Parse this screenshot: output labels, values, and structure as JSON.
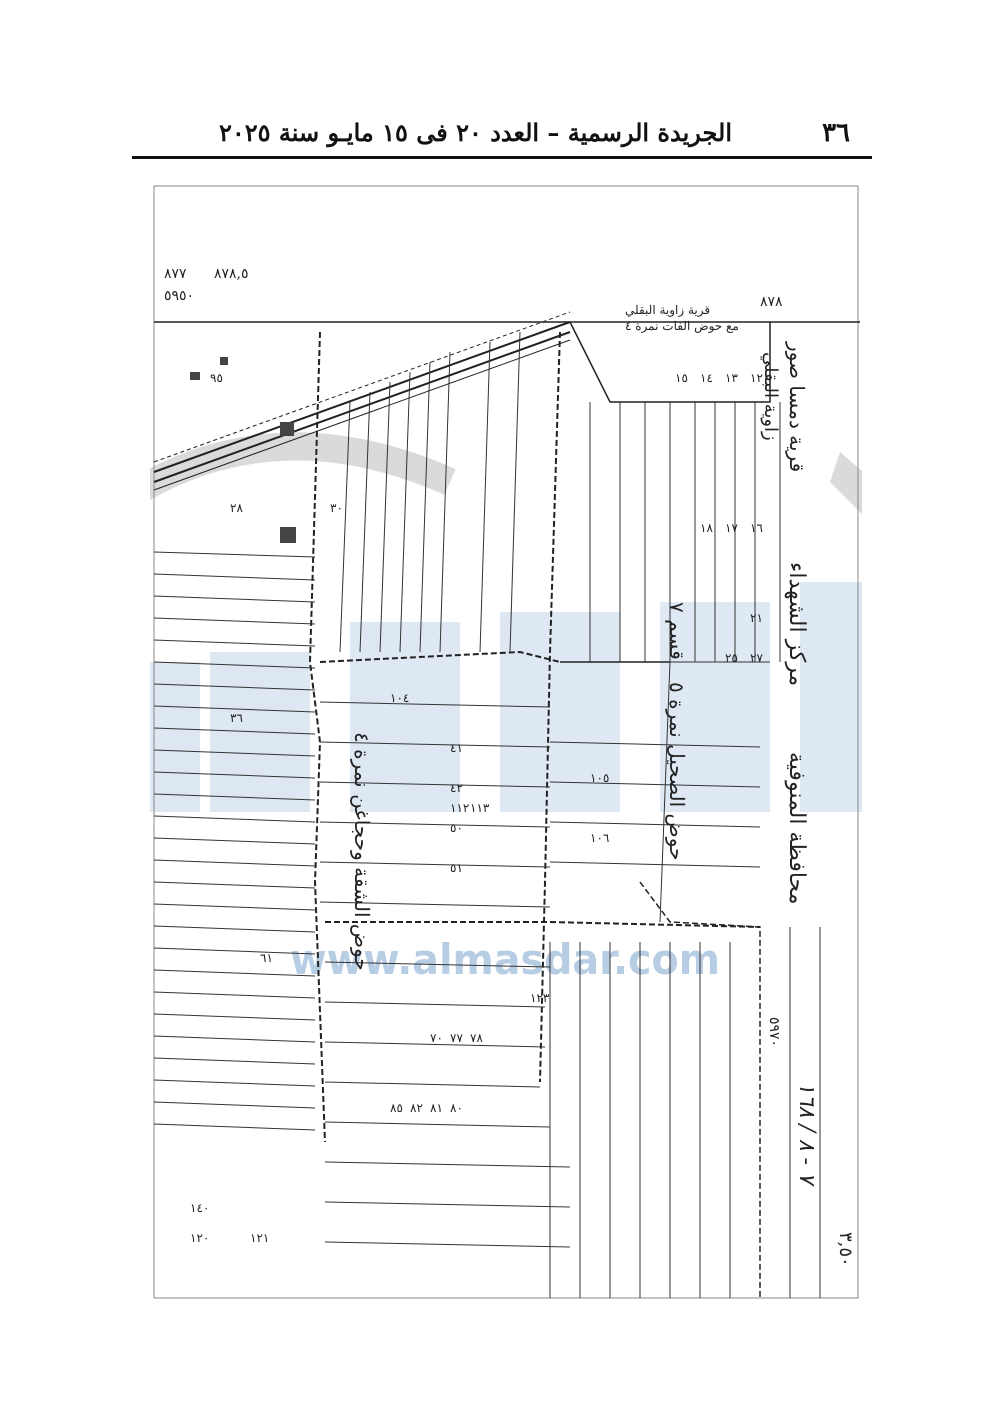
{
  "header": {
    "page_number": "٣٦",
    "title": "الجريدة الرسمية – العدد ٢٠ فى ١٥ مايـو سنة ٢٠٢٥"
  },
  "map": {
    "top_coords": [
      "٨٧٧",
      "٥٩٥٠",
      "٨٧٨,٥",
      "٨٧٨"
    ],
    "village_note_1": "قرية زاوية البقلي",
    "village_note_2": "مع حوض الفات نمرة ٤",
    "village_top_right": "قرية دمسا صور",
    "village_2": "زاوية البقلي",
    "markaz": "مركز الشهداء",
    "governorate": "محافظة المنوفية",
    "hod_1": "حوض الصحيل نمرة ٥",
    "hod_2": "حوض الشقة وحجاغن نمرة ٤",
    "qism": "قسم ٧",
    "right_coord": "٥٩٧٠",
    "bottom_right_coord": "٣,٥٠",
    "handwritten": "٧ - ٨ / ١٦٨",
    "parcels": [
      "١٢",
      "١٣",
      "١٤",
      "١٥",
      "١٦",
      "١٧",
      "١٨",
      "٢١",
      "٢٥",
      "٢٧",
      "٢٨",
      "٣٠",
      "٣٦",
      "٤١",
      "٤٢",
      "٥٠",
      "٥١",
      "٦١",
      "٧٠",
      "٧٧",
      "٧٨",
      "٨٠",
      "٨١",
      "٨٢",
      "٨٥",
      "٩٥",
      "١٠٤",
      "١٠٥",
      "١٠٦",
      "١١٢",
      "١١٣",
      "١٢٠",
      "١٢١",
      "١٢٣",
      "١٤٠"
    ]
  },
  "watermark": {
    "site": "www.almasdar.com"
  }
}
